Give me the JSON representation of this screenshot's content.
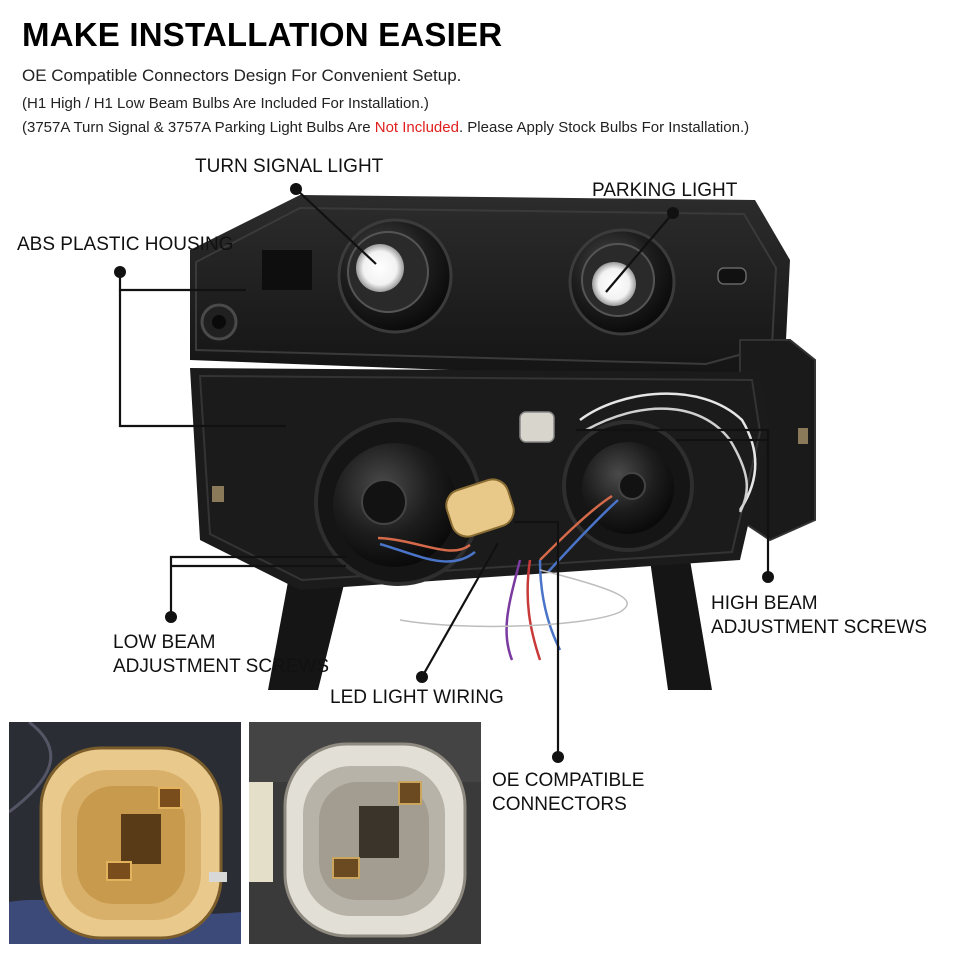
{
  "header": {
    "title": "MAKE INSTALLATION EASIER",
    "line1": "OE Compatible Connectors Design For Convenient Setup.",
    "line2": "(H1 High / H1 Low Beam Bulbs Are Included For Installation.)",
    "line3_pre": "(3757A Turn Signal & 3757A Parking Light Bulbs Are ",
    "line3_red": "Not Included",
    "line3_post": ". Please Apply Stock Bulbs For Installation.)"
  },
  "callouts": {
    "turn_signal": "TURN SIGNAL LIGHT",
    "parking": "PARKING LIGHT",
    "housing": "ABS PLASTIC HOUSING",
    "low_beam_1": "LOW BEAM",
    "low_beam_2": "ADJUSTMENT SCREWS",
    "high_beam_1": "HIGH BEAM",
    "high_beam_2": "ADJUSTMENT SCREWS",
    "led_wiring": "LED LIGHT WIRING",
    "oe_1": "OE COMPATIBLE",
    "oe_2": "CONNECTORS"
  },
  "colors": {
    "accent_red": "#e0201e",
    "housing": "#1c1c1c",
    "connector_yellow": "#e8c98a",
    "connector_grey": "#d9d6cf"
  }
}
